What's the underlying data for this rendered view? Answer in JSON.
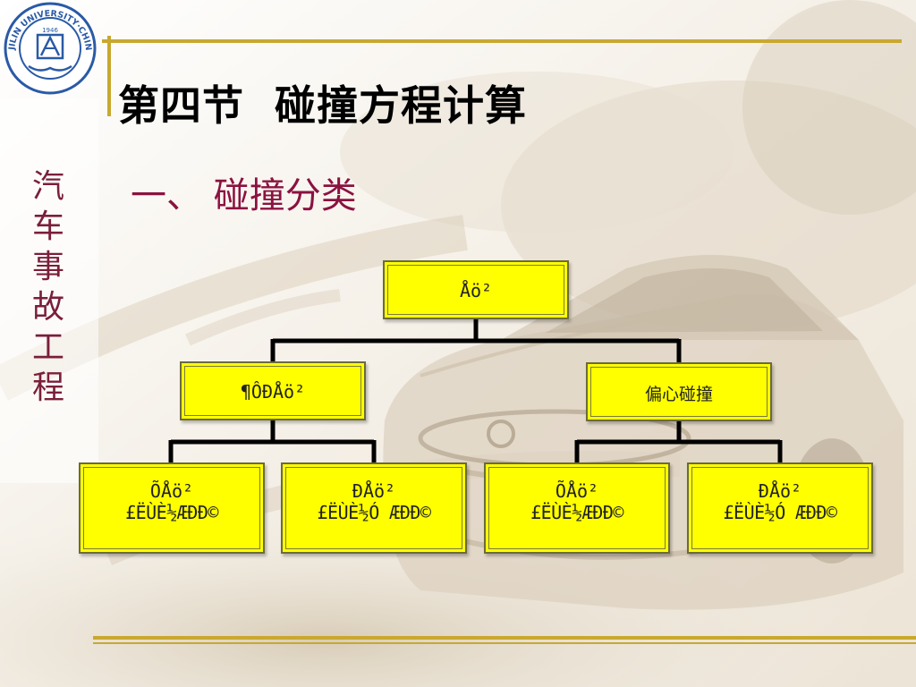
{
  "slide": {
    "title": "第四节  碰撞方程计算",
    "subtitle": "一、 碰撞分类",
    "side_title": [
      "汽",
      "车",
      "事",
      "故",
      "工",
      "程"
    ]
  },
  "logo": {
    "ring_text": "JILIN UNIVERSITY·CHINA",
    "year": "1946"
  },
  "diagram": {
    "root": "Åö²",
    "level2": [
      {
        "label": "¶ÔÐÅö²"
      },
      {
        "label": "偏心碰撞"
      }
    ],
    "level3": [
      {
        "line1": "ÕÅö²",
        "line2": "£ËÙÈ½ÆÐÐ©"
      },
      {
        "line1": "ÐÅö²",
        "line2": "£ËÙÈ½Ó  ÆÐÐ©"
      },
      {
        "line1": "ÕÅö²",
        "line2": "£ËÙÈ½ÆÐÐ©"
      },
      {
        "line1": "ÐÅö²",
        "line2": "£ËÙÈ½Ó  ÆÐÐ©"
      }
    ]
  },
  "colors": {
    "accent_line": "#c8a830",
    "box_fill": "#ffff00",
    "subtitle": "#8b1240",
    "side_title": "#7a1f3a"
  }
}
